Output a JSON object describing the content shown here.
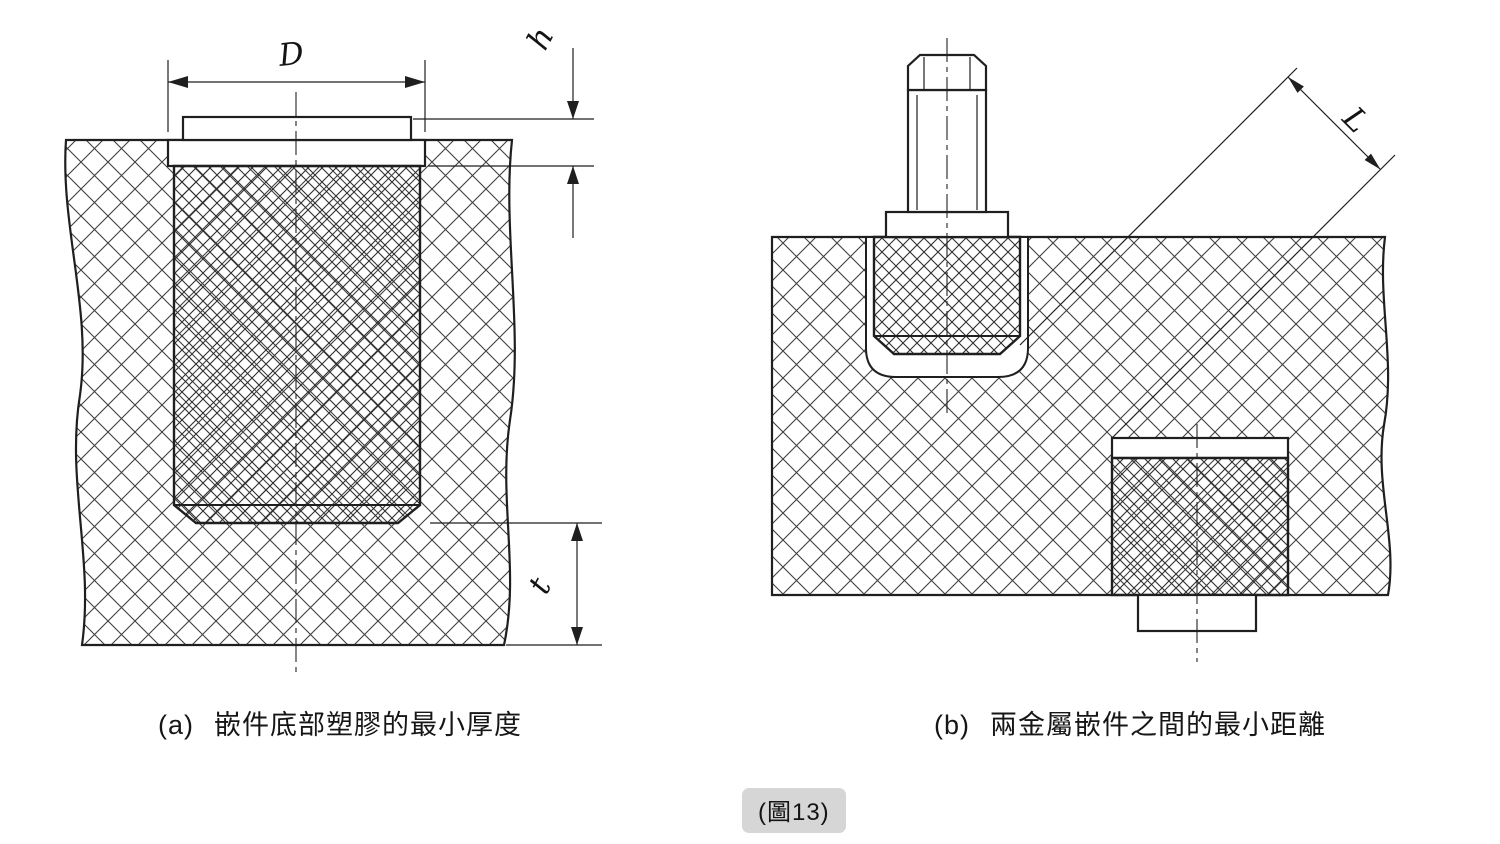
{
  "figure_a": {
    "prefix": "(a)",
    "caption": "嵌件底部塑膠的最小厚度",
    "dim_diameter": "D",
    "dim_height": "h",
    "dim_thickness": "t"
  },
  "figure_b": {
    "prefix": "(b)",
    "caption": "兩金屬嵌件之間的最小距離",
    "dim_distance": "L"
  },
  "footer": {
    "figure_badge": "(圖13)"
  },
  "colors": {
    "line": "#1f1f1f",
    "body_hatch": "#3f3f3f",
    "insert_hatch": "#2e2e2e",
    "badge_bg": "#d6d6d6"
  }
}
